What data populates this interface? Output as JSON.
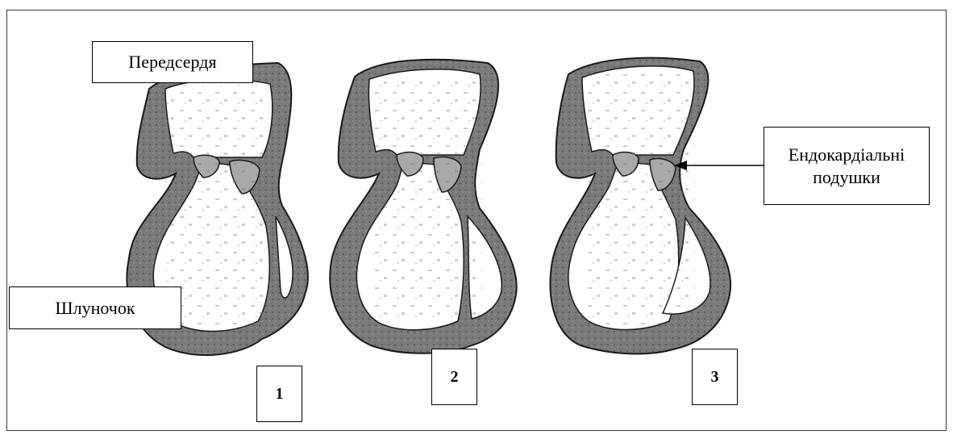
{
  "labels": {
    "atrium": "Передсердя",
    "ventricle": "Шлуночок",
    "endocardial_cushions": "Ендокардіальні подушки"
  },
  "stages": [
    "1",
    "2",
    "3"
  ],
  "colors": {
    "wall": "#7a7a7a",
    "wall_dark": "#5e5e5e",
    "cushion": "#a9a9a9",
    "interior": "#ffffff",
    "stroke": "#1a1a1a"
  }
}
